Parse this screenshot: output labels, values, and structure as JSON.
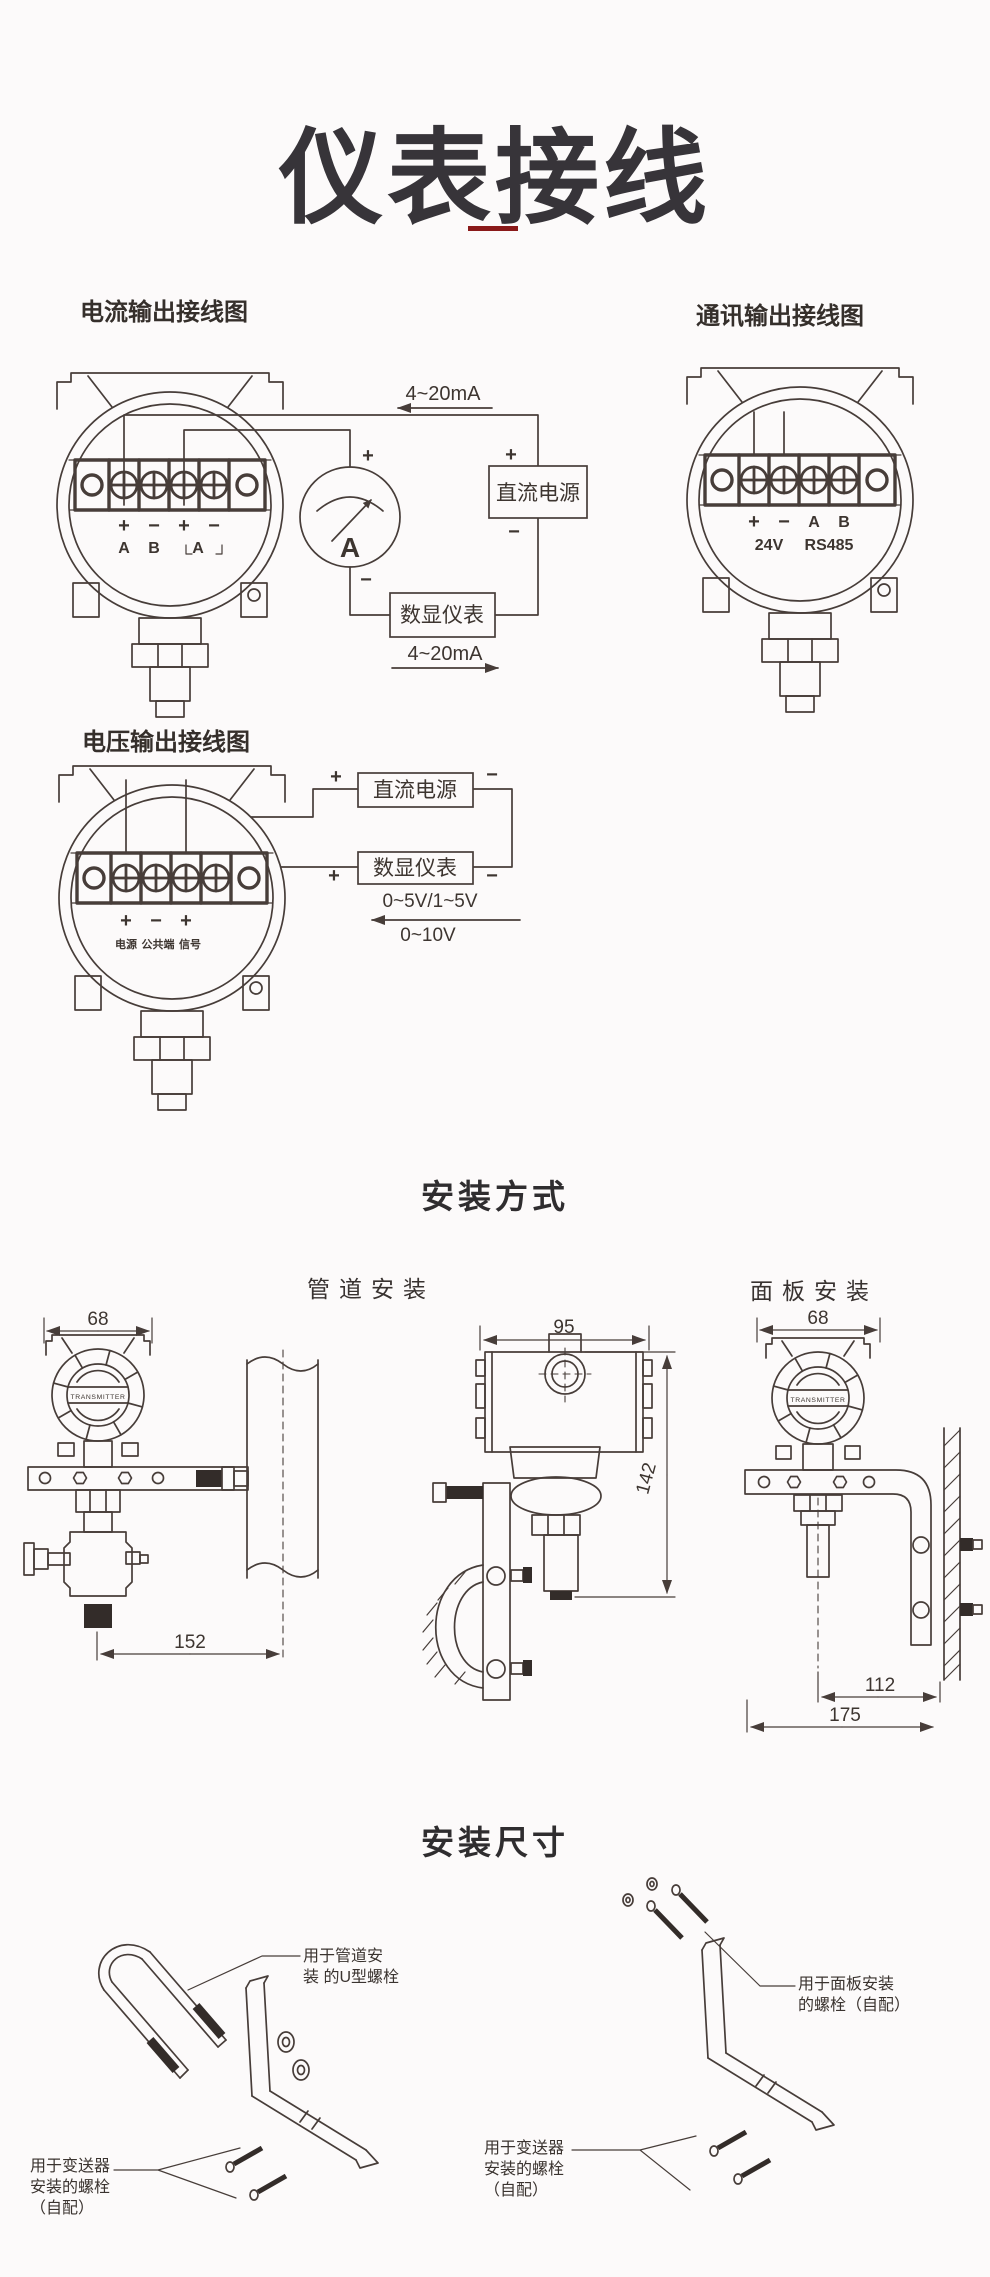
{
  "title": "仪表接线",
  "colors": {
    "accent_divider": "#8A1919",
    "line_art": "#473D39",
    "background": "#FCFAFA"
  },
  "sym": {
    "plus": "+",
    "minus": "−"
  },
  "wiring": {
    "current": {
      "heading": "电流输出接线图",
      "loop_label_top": "4~20mA",
      "loop_label_bottom": "4~20mA",
      "meter_letter": "A",
      "dc_supply": "直流电源",
      "display_meter": "数显仪表",
      "term_a": "A",
      "term_b": "B",
      "term_ma": "A"
    },
    "comm": {
      "heading": "通讯输出接线图",
      "term_a": "A",
      "term_b": "B",
      "supply": "24V",
      "bus": "RS485"
    },
    "voltage": {
      "heading": "电压输出接线图",
      "dc_supply": "直流电源",
      "display_meter": "数显仪表",
      "range_primary": "0~5V/1~5V",
      "range_secondary": "0~10V",
      "term_power": "电源",
      "term_common": "公共端",
      "term_signal": "信号"
    }
  },
  "install": {
    "heading": "安装方式",
    "pipe_mount_label": "管道安装",
    "panel_mount_label": "面板安装",
    "brand_text": "TRANSMITTER",
    "dims": {
      "head_width": "68",
      "bracket_offset": "152",
      "body_width": "95",
      "body_height": "142",
      "panel_head_width": "68",
      "panel_offset": "112",
      "panel_total_width": "175"
    }
  },
  "mounting": {
    "heading": "安装尺寸",
    "u_bolt_note": {
      "line1": "用于管道安",
      "line2": "装 的U型螺栓"
    },
    "panel_bolt_note": {
      "line1": "用于面板安装",
      "line2": "的螺栓（自配）"
    },
    "transmitter_bolt_note": {
      "line1": "用于变送器",
      "line2": "安装的螺栓",
      "line3": "（自配）"
    }
  }
}
